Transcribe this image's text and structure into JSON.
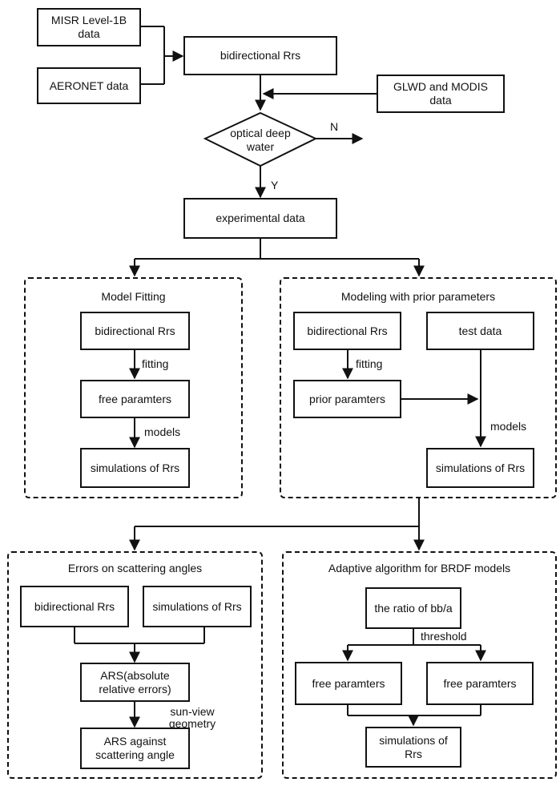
{
  "top": {
    "misr": "MISR Level-1B data",
    "aeronet": "AERONET data",
    "bidirectional": "bidirectional Rrs",
    "glwd": "GLWD and MODIS data",
    "decision": "optical deep water",
    "no_label": "N",
    "yes_label": "Y",
    "experimental": "experimental data"
  },
  "model_fitting": {
    "title": "Model Fitting",
    "bidirectional": "bidirectional Rrs",
    "fitting_label": "fitting",
    "free_params": "free paramters",
    "models_label": "models",
    "simulations": "simulations of Rrs"
  },
  "prior_modeling": {
    "title": "Modeling with prior parameters",
    "bidirectional": "bidirectional Rrs",
    "test_data": "test data",
    "fitting_label": "fitting",
    "prior_params": "prior paramters",
    "models_label": "models",
    "simulations": "simulations of Rrs"
  },
  "errors": {
    "title": "Errors on scattering angles",
    "bidirectional": "bidirectional Rrs",
    "simulations": "simulations of Rrs",
    "ars": "ARS(absolute relative errors)",
    "geometry_label": "sun-view geometry",
    "ars_against": "ARS against scattering angle"
  },
  "adaptive": {
    "title": "Adaptive algorithm for BRDF models",
    "ratio": "the ratio of bb/a",
    "threshold_label": "threshold",
    "free_params_left": "free paramters",
    "free_params_right": "free paramters",
    "simulations": "simulations of Rrs"
  }
}
